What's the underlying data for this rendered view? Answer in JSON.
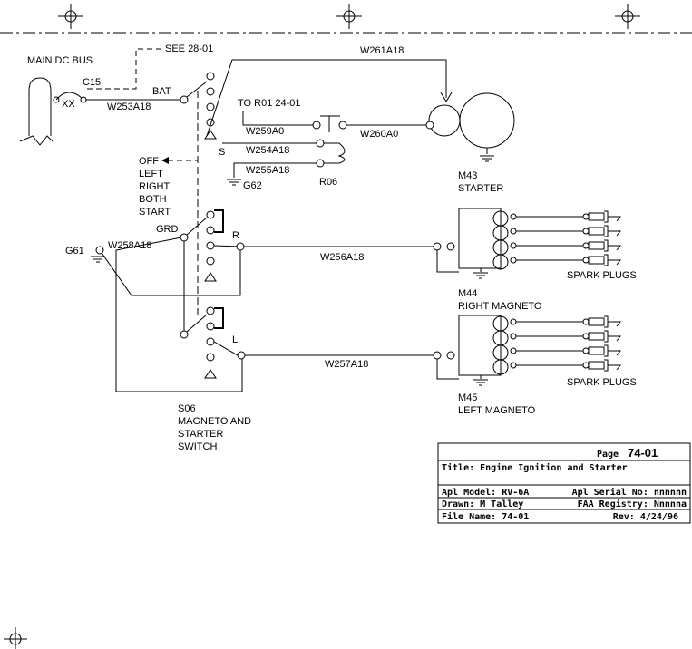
{
  "labels": {
    "main_dc_bus": "MAIN DC BUS",
    "xx": "XX",
    "c15": "C15",
    "see_28_01": "SEE 28-01",
    "bat": "BAT",
    "w253": "W253A18",
    "w261": "W261A18",
    "to_r01": "TO R01 24-01",
    "w259": "W259A0",
    "w260": "W260A0",
    "w254": "W254A18",
    "w255": "W255A18",
    "s": "S",
    "g62": "G62",
    "r06": "R06",
    "m43": "M43",
    "starter": "STARTER",
    "positions": [
      "OFF",
      "LEFT",
      "RIGHT",
      "BOTH",
      "START"
    ],
    "grd": "GRD",
    "g61": "G61",
    "w258": "W258A18",
    "r": "R",
    "l": "L",
    "w256": "W256A18",
    "w257": "W257A18",
    "m44": "M44",
    "right_magneto": "RIGHT MAGNETO",
    "m45": "M45",
    "left_magneto": "LEFT MAGNETO",
    "spark_plugs_top": "SPARK PLUGS",
    "spark_plugs_bottom": "SPARK PLUGS",
    "s06": "S06",
    "switch_line1": "MAGNETO AND",
    "switch_line2": "STARTER",
    "switch_line3": "SWITCH"
  },
  "title_block": {
    "page_label": "Page",
    "page_number": "74-01",
    "title": "Title: Engine Ignition and Starter",
    "apl_model": "Apl Model: RV-6A",
    "apl_serial": "Apl Serial No: nnnnnn",
    "drawn": "Drawn: M Talley",
    "faa_registry": "FAA Registry: Nnnnna",
    "file_name": "File Name: 74-01",
    "rev": "Rev: 4/24/96"
  }
}
